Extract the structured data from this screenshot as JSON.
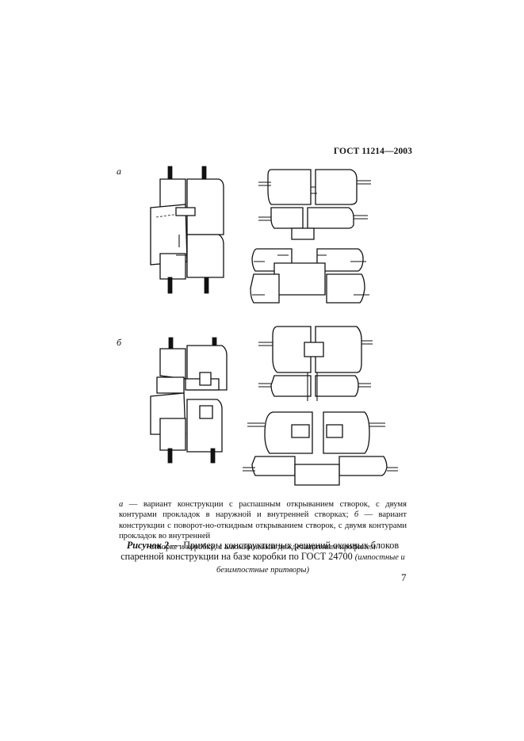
{
  "header": {
    "doc_id": "ГОСТ 11214—2003"
  },
  "variants": {
    "a": "а",
    "b": "б"
  },
  "legend": {
    "a_letter": "а",
    "a_text": " — вариант конструкции с распашным открыванием створок, с двумя контурами прокладок в наружной и внутренней створках; ",
    "b_letter": "б",
    "b_text": " — вариант конструкции с поворот-но-откидным открыванием створок, с двумя контурами прокладок во внутренней",
    "b_text_end": "створке и коробке, с алюминиевым дождезащитным профилем"
  },
  "caption": {
    "label": "Рисунок 2",
    "text": " — Примеры конструктивных решений оконных блоков спаренной конструкции на базе коробки по ГОСТ 24700 ",
    "note": "(импостные и безимпостные притворы)"
  },
  "page_number": "7"
}
